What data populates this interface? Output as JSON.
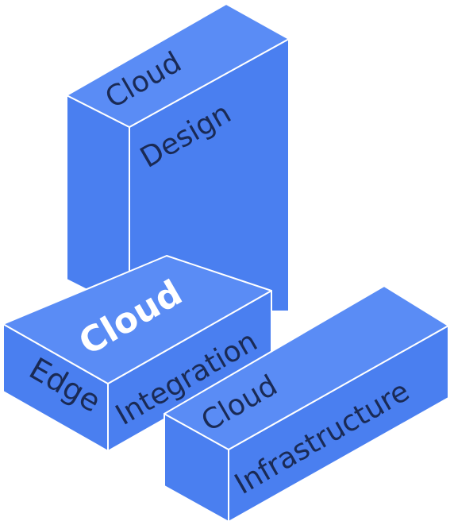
{
  "colors": {
    "front_face": "#4a7ff0",
    "side_face": "#3f6fe6",
    "top_face": "#5a8cf5",
    "edge": "#ffffff",
    "label_dark": "#1a2a55",
    "label_light": "#ffffff"
  },
  "blocks": {
    "tall": {
      "top_text": "Cloud",
      "front_text": "Design"
    },
    "edge_block": {
      "front_text": "Edge",
      "side_text": "Integration",
      "top_text": "Cloud"
    },
    "infra": {
      "top_text": "Cloud",
      "side_text": "Infrastructure"
    }
  }
}
